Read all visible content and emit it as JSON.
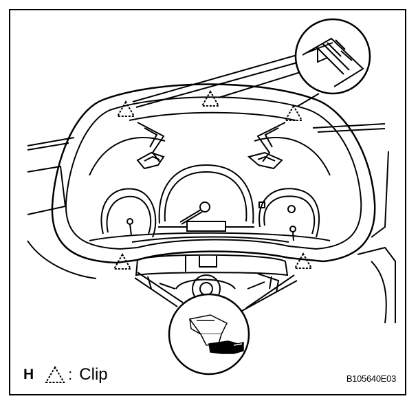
{
  "legend": {
    "letter": "H",
    "symbol_icon": "dashed-triangle-icon",
    "separator": ":",
    "label": "Clip"
  },
  "figure_code": "B105640E03",
  "colors": {
    "ink": "#000000",
    "paper": "#ffffff"
  }
}
